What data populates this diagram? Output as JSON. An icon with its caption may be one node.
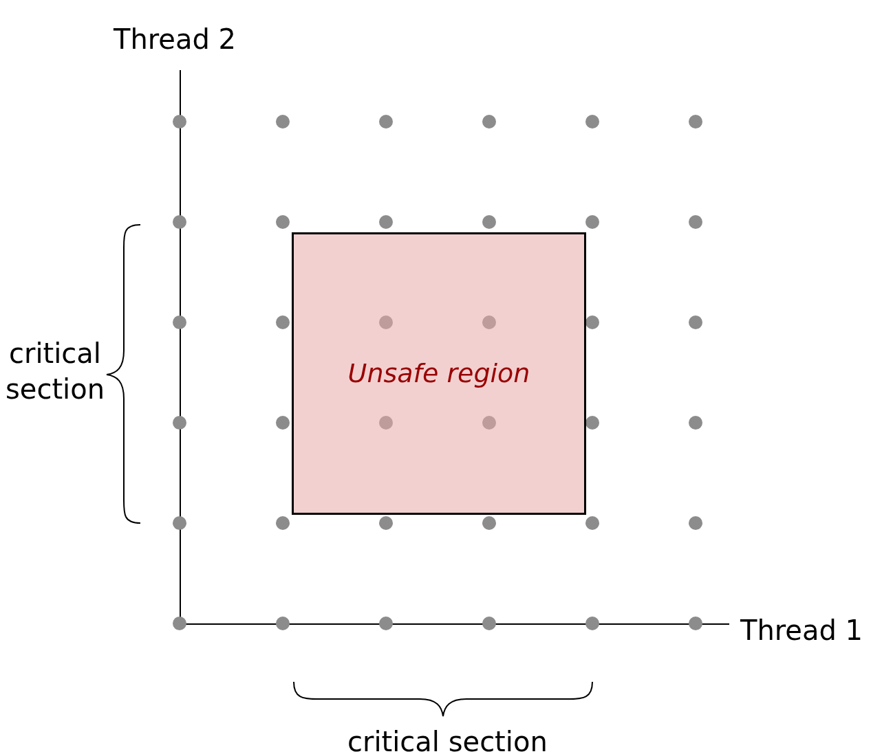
{
  "diagram": {
    "nodes": [
      {
        "text": [
          "Unsafe region"
        ]
      }
    ],
    "labels": [
      "Thread 2",
      "critical section",
      "Thread 1",
      "critical section"
    ]
  }
}
